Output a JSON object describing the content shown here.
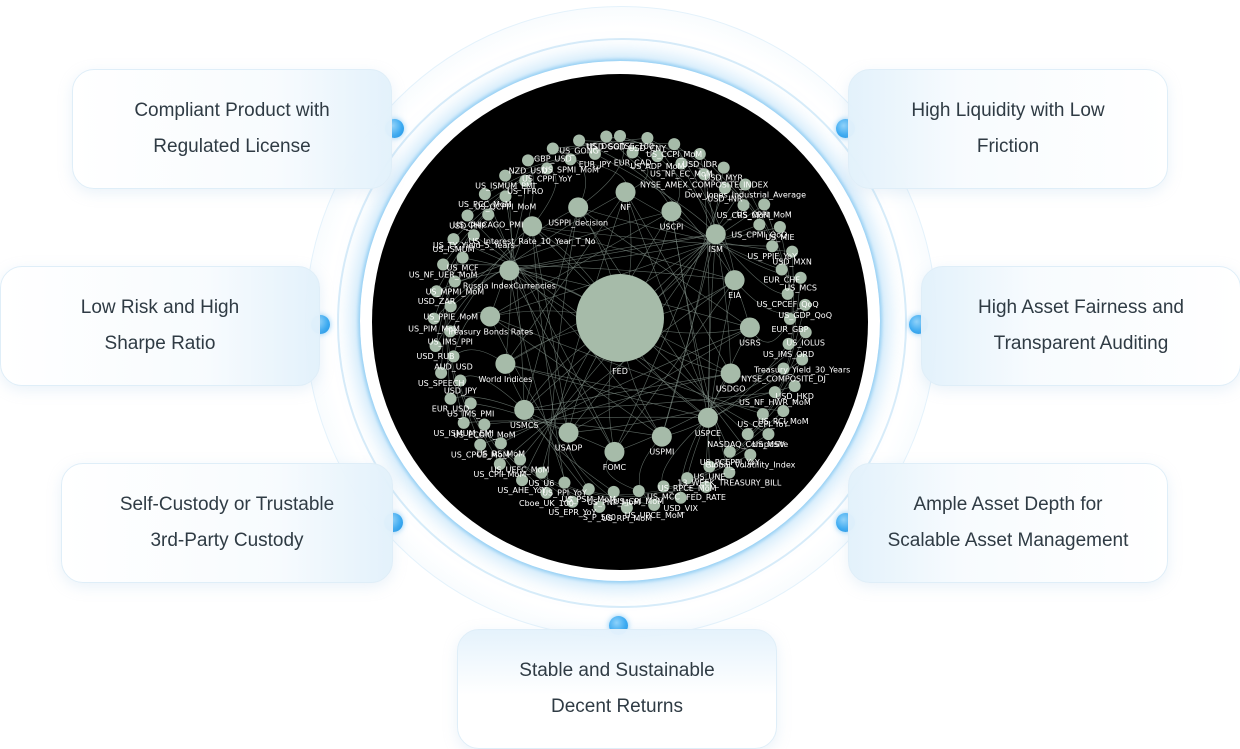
{
  "features": {
    "top_left": {
      "line1": "Compliant Product with",
      "line2": "Regulated License"
    },
    "mid_left": {
      "line1": "Low Risk and High",
      "line2": "Sharpe Ratio"
    },
    "bottom_left": {
      "line1": "Self-Custody or Trustable",
      "line2": "3rd-Party Custody"
    },
    "top_right": {
      "line1": "High Liquidity with Low",
      "line2": "Friction"
    },
    "mid_right": {
      "line1": "High Asset Fairness and",
      "line2": "Transparent Auditing"
    },
    "bottom_right": {
      "line1": "Ample Asset Depth for",
      "line2": "Scalable Asset Management"
    },
    "bottom": {
      "line1": "Stable and Sustainable",
      "line2": "Decent Returns"
    }
  },
  "network": {
    "center_label": "FED",
    "node_color": "#a6bba9",
    "edge_color": "#7d8c84",
    "hub_nodes": [
      "USPPI_decision",
      "NF",
      "USCPI",
      "ISM",
      "EIA",
      "USRS",
      "USDGO",
      "USPCE",
      "USPMI",
      "FOMC",
      "USADP",
      "USMCS",
      "World Indices",
      "Treasury Bonds Rates",
      "Russia IndexCurrencies",
      "US_Interest_Rate_10_Year_T_No"
    ],
    "outer_labels": [
      "US_DGOTSE_100",
      "EUR_CAD",
      "USD_CNY",
      "US_ADP_MoM",
      "US_CCPI_MoM",
      "US_NF_EC_MoM",
      "USD_IDR",
      "NYSE_AMEX_COMPOSITE_INDEX",
      "USD_MYR",
      "USD_INR",
      "Dow_Jones_Industrial_Average",
      "US_CRS_MoM",
      "US_CPPI_MoM",
      "US_CPMI_QoQ",
      "US_MIE",
      "US_PPIE_YoY",
      "USD_MXN",
      "EUR_CHF",
      "US_MCS",
      "US_CPCEF_QoQ",
      "US_GDP_QoQ",
      "EUR_GBP",
      "US_IOLUS",
      "US_IMS_ORD",
      "Treasury_Yield_30_Years",
      "NYSE_COMPOSITE_DJ",
      "USD_HKD",
      "US_NF_HWR_MoM",
      "US_RCI_MoM",
      "US_CCPI_YoY",
      "US_MSV",
      "NASDAQ_Composite",
      "Global_Volatility_Index",
      "US_PCEPPI_YoY",
      "13_WEEK_TREASURY_BILL",
      "US_UNE",
      "FED_RATE",
      "US_RPCE_MoM",
      "USD_VIX",
      "US_MCC",
      "US_UPCE_MoM",
      "US_CPI_MoM",
      "US_RPI_MoM",
      "US_PNP_MoM",
      "S_P_500",
      "US_PSM_MoM",
      "US_EPR_YoY",
      "US_PPI_YoY",
      "Cboe_UK_100",
      "US_U6",
      "US_AHE_YoY",
      "US_UEFC_MoM",
      "US_CPII_MoM",
      "US_RS_MoM",
      "US_CPCE_MoM",
      "US_ECOIC_MoM",
      "US_ISMUM_EMI",
      "US_IMS_PMI",
      "EUR_USD",
      "USD_JPY",
      "US_SPEECH",
      "AUD_USD",
      "USD_RUB",
      "US_IMS_PPI",
      "US_PIM_MoM",
      "US_PPIE_MoM",
      "USD_ZAR",
      "US_MPMI_MoM",
      "US_NF_UER_MoM",
      "US_MCF",
      "US_ISMUM",
      "US_TY_Yield_5_Years",
      "USD_PHP",
      "US_CHICAGO_PMI",
      "US_PCC_MoM",
      "US_QCPPI_MoM",
      "US_ISMUM_PMI",
      "US_TFRO",
      "NZD_USD",
      "US_CPPI_YoY",
      "GBP_USD",
      "US_SPMI_MoM",
      "US_GONG",
      "EUR_JPY",
      "USD_SGD"
    ]
  }
}
